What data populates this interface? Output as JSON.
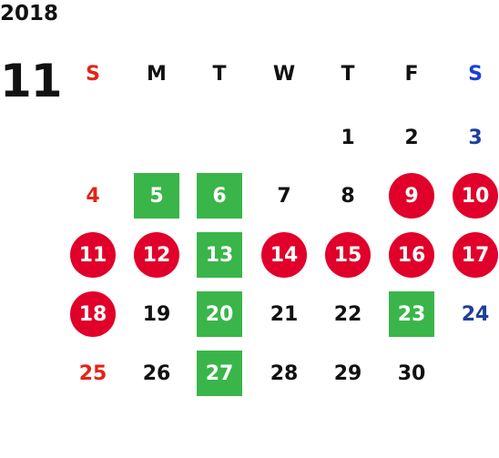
{
  "calendar": {
    "year": "2018",
    "month": "11",
    "weekdays": [
      "S",
      "M",
      "T",
      "W",
      "T",
      "F",
      "S"
    ],
    "weeks": [
      [
        {
          "day": ""
        },
        {
          "day": ""
        },
        {
          "day": ""
        },
        {
          "day": ""
        },
        {
          "day": "1"
        },
        {
          "day": "2"
        },
        {
          "day": "3"
        }
      ],
      [
        {
          "day": "4"
        },
        {
          "day": "5",
          "mark": "green-square"
        },
        {
          "day": "6",
          "mark": "green-square"
        },
        {
          "day": "7"
        },
        {
          "day": "8"
        },
        {
          "day": "9",
          "mark": "red-circle"
        },
        {
          "day": "10",
          "mark": "red-circle"
        }
      ],
      [
        {
          "day": "11",
          "mark": "red-circle"
        },
        {
          "day": "12",
          "mark": "red-circle"
        },
        {
          "day": "13",
          "mark": "green-square"
        },
        {
          "day": "14",
          "mark": "red-circle"
        },
        {
          "day": "15",
          "mark": "red-circle"
        },
        {
          "day": "16",
          "mark": "red-circle"
        },
        {
          "day": "17",
          "mark": "red-circle"
        }
      ],
      [
        {
          "day": "18",
          "mark": "red-circle"
        },
        {
          "day": "19"
        },
        {
          "day": "20",
          "mark": "green-square"
        },
        {
          "day": "21"
        },
        {
          "day": "22"
        },
        {
          "day": "23",
          "mark": "green-square"
        },
        {
          "day": "24"
        }
      ],
      [
        {
          "day": "25"
        },
        {
          "day": "26"
        },
        {
          "day": "27",
          "mark": "green-square"
        },
        {
          "day": "28"
        },
        {
          "day": "29"
        },
        {
          "day": "30"
        },
        {
          "day": ""
        }
      ]
    ]
  },
  "colors": {
    "sunday": "#e32417",
    "saturday_header": "#1a3fd6",
    "saturday": "#1f3f9a",
    "red_circle": "#e0002a",
    "green_square": "#3ab54a",
    "text": "#111111"
  }
}
